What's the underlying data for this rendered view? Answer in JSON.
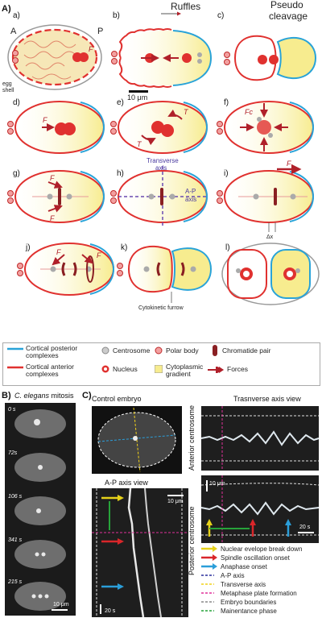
{
  "panel_A": {
    "tag": "A)",
    "sub_a": "a)",
    "sub_b": "b)",
    "sub_c": "c)",
    "sub_d": "d)",
    "sub_e": "e)",
    "sub_f": "f)",
    "sub_g": "g)",
    "sub_h": "h)",
    "sub_i": "i)",
    "sub_j": "j)",
    "sub_k": "k)",
    "sub_l": "l)",
    "anterior": "A",
    "posterior": "P",
    "egg_shell": "egg\nshell",
    "ruffles": "Ruffles",
    "pseudo_cleavage": "Pseudo\ncleavage",
    "scale_bar": "10 μm",
    "force_F": "F",
    "force_T": "T",
    "force_Fc": "Fc",
    "transverse_axis": "Transverse\naxis",
    "ap_axis": "A-P\naxis",
    "delta_x": "Δx",
    "cytokinetic_furrow": "Cytokinetic furrow"
  },
  "legend": {
    "cortical_posterior": "Cortical posterior\ncomplexes",
    "cortical_anterior": "Cortical anterior\ncomplexes",
    "centrosome": "Centrosome",
    "polar_body": "Polar body",
    "nucleus": "Nucleus",
    "chromatide_pair": "Chromatide pair",
    "cytoplasmic_gradient": "Cytoplasmic\ngradient",
    "forces": "Forces",
    "colors": {
      "posterior": "#29a3d8",
      "anterior": "#e0312f",
      "gradient": "#f7ec8f",
      "force": "#b0202a"
    }
  },
  "panel_B": {
    "tag": "B)",
    "title_italic": "C. elegans",
    "title_rest": " mitosis",
    "frames": [
      "0 s",
      "72s",
      "106 s",
      "341 s",
      "215 s"
    ],
    "scale_bar": "10 μm"
  },
  "panel_C": {
    "tag": "C)",
    "control_embryo": "Control embryo",
    "transverse_view": "Trasnverse  axis view",
    "anterior_centrosome": "Anterior centrosome",
    "posterior_centrosome": "Posterior centrosome",
    "ap_view": "A-P axis view",
    "scale_10um": "10 μm",
    "scale_20s": "20 s",
    "legend_items": [
      "Nuclear evelope break down",
      "Spindle oscillation onset",
      "Anaphase onset",
      "A-P axis",
      "Transverse axis",
      "Metaphase plate formation",
      "Embryo boundaries",
      "Mainentance phase"
    ],
    "legend_colors": [
      "#e6d21a",
      "#d9262a",
      "#2b9ed9",
      "#2a2f9b",
      "#f2d21a",
      "#e0309a",
      "#888888",
      "#27a33a"
    ]
  }
}
